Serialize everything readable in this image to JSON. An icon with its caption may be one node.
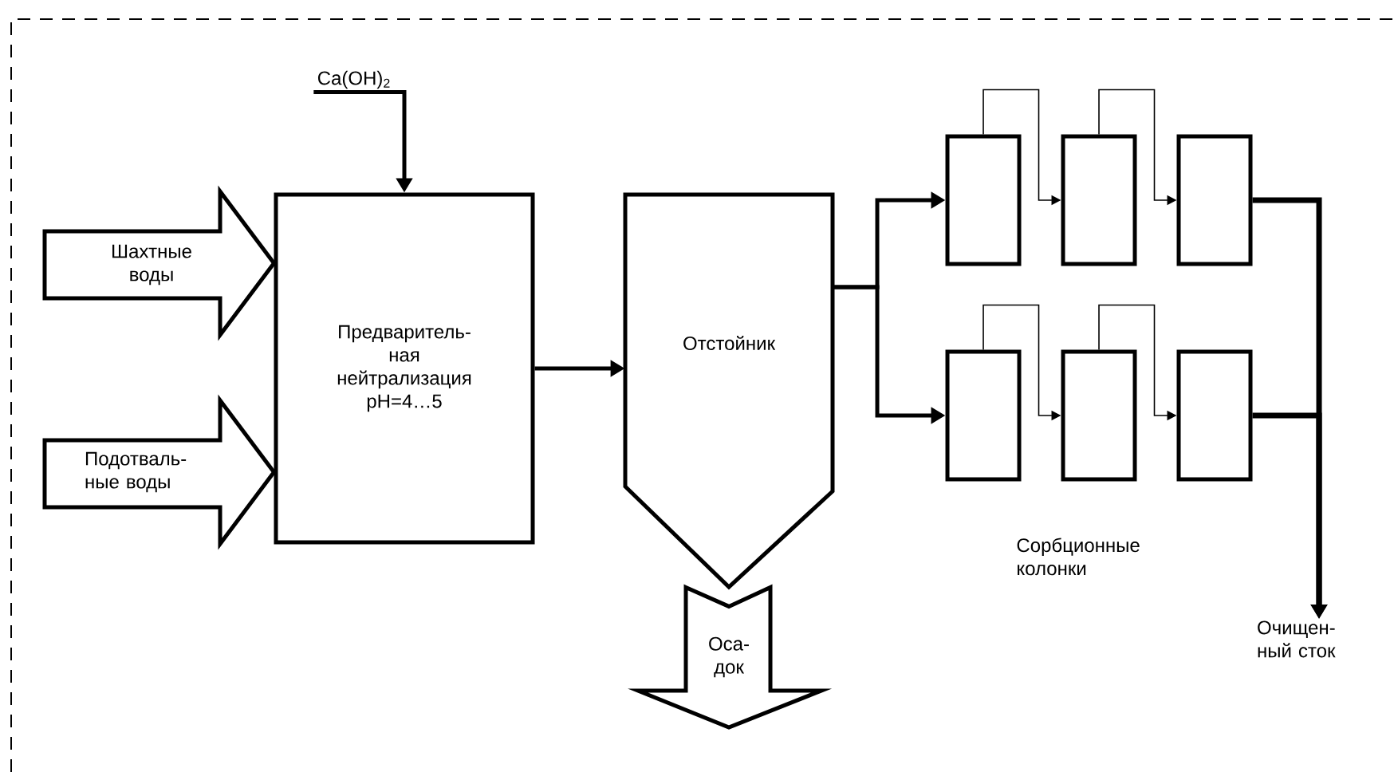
{
  "diagram": {
    "nodes": [
      {
        "text": [
          "Ca(OH)$_{2}$"
        ]
      },
      {
        "text": [
          "Предваритель- ная нейтрализация pH=4…5"
        ]
      },
      {
        "text": [
          "Отстойник"
        ]
      },
      {
        "text": [],
        "shape": "box"
      },
      {
        "text": [],
        "shape": "box"
      },
      {
        "text": [],
        "shape": "box"
      },
      {
        "text": [],
        "shape": "box"
      },
      {
        "text": [],
        "shape": "box"
      },
      {
        "text": [],
        "shape": "box"
      },
      {
        "text": [
          "Очищен- ный сток"
        ]
      }
    ],
    "edges": [
      {
        "from": null,
        "to": 1,
        "arrow": "to",
        "label": "Шахтные воды"
      },
      {
        "from": null,
        "to": 1,
        "arrow": "to",
        "label": "Подотваль- ные воды"
      },
      {
        "from": 2,
        "to": null,
        "arrow": "to",
        "label": "Оса- док"
      },
      {
        "from": 0,
        "to": 1,
        "arrow": "to"
      },
      {
        "from": 1,
        "to": 2,
        "arrow": "to"
      },
      {
        "from": 2,
        "to": 3,
        "arrow": "to"
      },
      {
        "from": 2,
        "to": 6,
        "arrow": "to"
      },
      {
        "from": 3,
        "to": 4,
        "arrow": "to"
      },
      {
        "from": 4,
        "to": 5,
        "arrow": "to"
      },
      {
        "from": 6,
        "to": 7,
        "arrow": "to"
      },
      {
        "from": 7,
        "to": 8,
        "arrow": "to"
      },
      {
        "from": 5,
        "to": 9,
        "arrow": "to"
      },
      {
        "from": 8,
        "to": 9,
        "arrow": "to"
      }
    ],
    "labels": [
      "Сорбционные колонки"
    ]
  }
}
